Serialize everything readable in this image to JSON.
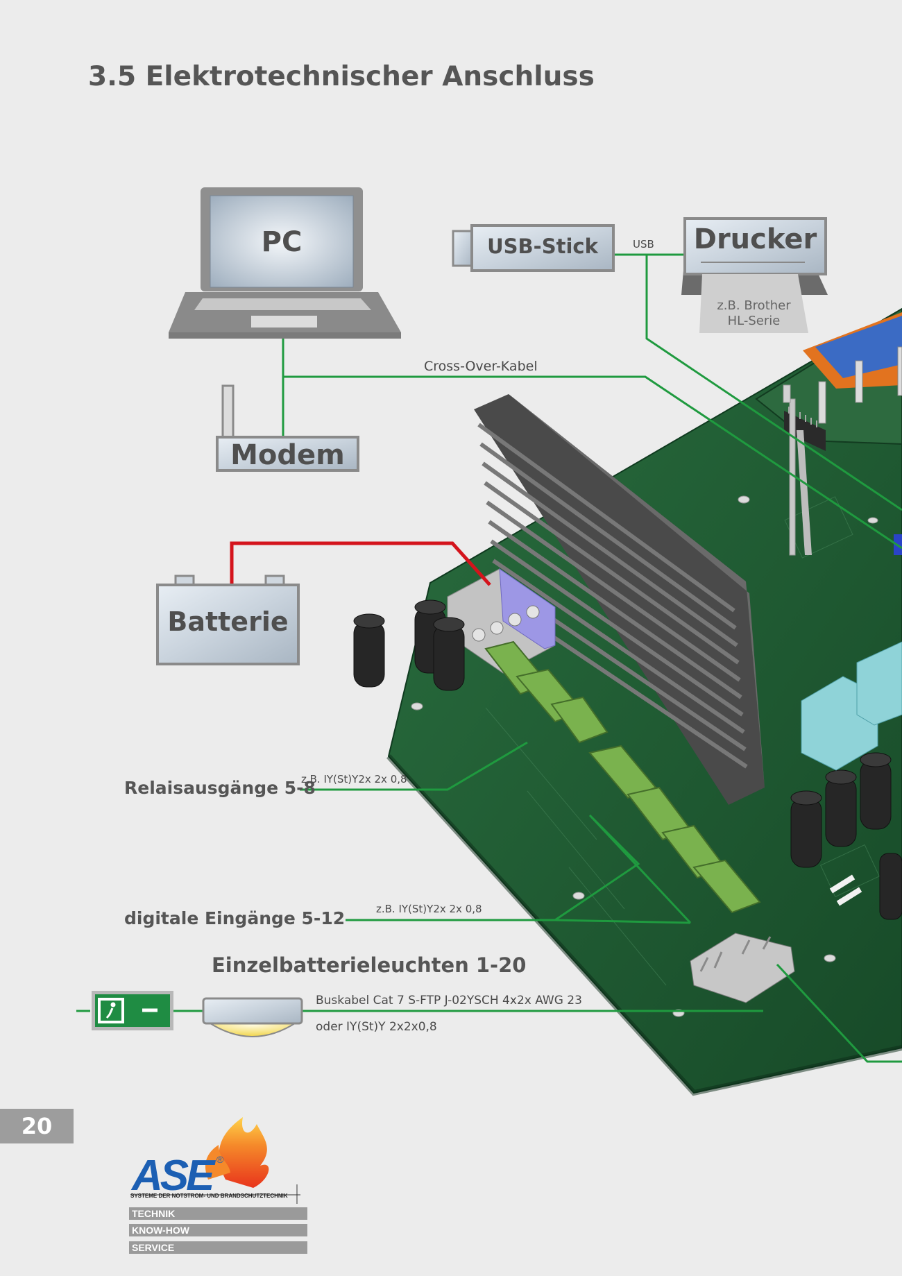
{
  "page": {
    "title": "3.5 Elektrotechnischer Anschluss",
    "number": "20"
  },
  "devices": {
    "pc": "PC",
    "usb_stick": "USB-Stick",
    "drucker": "Drucker",
    "drucker_note": [
      "z.B. Brother",
      "HL-Serie"
    ],
    "modem": "Modem",
    "batterie": "Batterie"
  },
  "connections": {
    "usb": "USB",
    "cross_over": "Cross-Over-Kabel",
    "relay_label": "Relaisausgänge 5-8",
    "relay_cable": "z.B. IY(St)Y2x 2x 0,8",
    "digital_label": "digitale Eingänge 5-12",
    "digital_cable": "z.B. IY(St)Y2x 2x 0,8",
    "einzel_label": "Einzelbatterieleuchten 1-20",
    "bus_cable_line1": "Buskabel Cat 7 S-FTP J-02YSCH 4x2x AWG 23",
    "bus_cable_line2": "oder IY(St)Y 2x2x0,8"
  },
  "logo": {
    "brand": "ASE",
    "registered": "®",
    "tagline": "SYSTEME DER NOTSTROM- UND BRANDSCHUTZTECHNIK",
    "bands": [
      "TECHNIK",
      "KNOW-HOW",
      "SERVICE"
    ]
  },
  "colors": {
    "cable_green": "#1f9a3f",
    "battery_red": "#d4141c",
    "pcb_green": "#1f5b33",
    "heatsink_grey": "#5a5a5a",
    "terminal_green": "#7ab24e"
  }
}
